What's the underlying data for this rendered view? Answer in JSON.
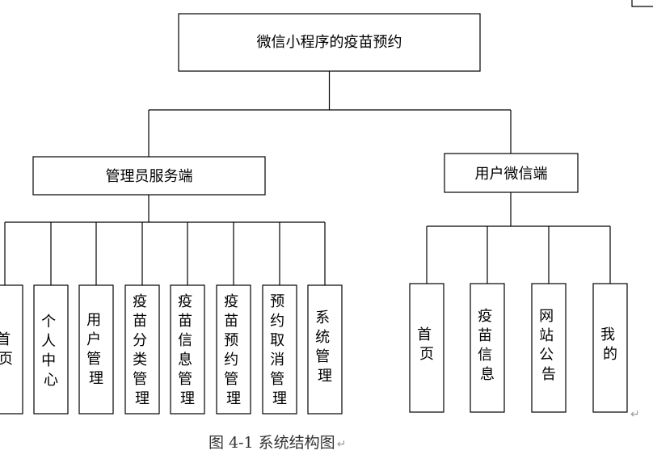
{
  "root": {
    "label": "微信小程序的疫苗预约"
  },
  "branches": [
    {
      "label": "管理员服务端",
      "children": [
        {
          "label": "首页"
        },
        {
          "label": "个人中心"
        },
        {
          "label": "用户管理"
        },
        {
          "label": "疫苗分类管理"
        },
        {
          "label": "疫苗信息管理"
        },
        {
          "label": "疫苗预约管理"
        },
        {
          "label": "预约取消管理"
        },
        {
          "label": "系统管理"
        }
      ]
    },
    {
      "label": "用户微信端",
      "children": [
        {
          "label": "首页"
        },
        {
          "label": "疫苗信息"
        },
        {
          "label": "网站公告"
        },
        {
          "label": "我的"
        }
      ]
    }
  ],
  "caption": {
    "text": "图 4-1 系统结构图"
  },
  "paragraph_mark": "↵"
}
